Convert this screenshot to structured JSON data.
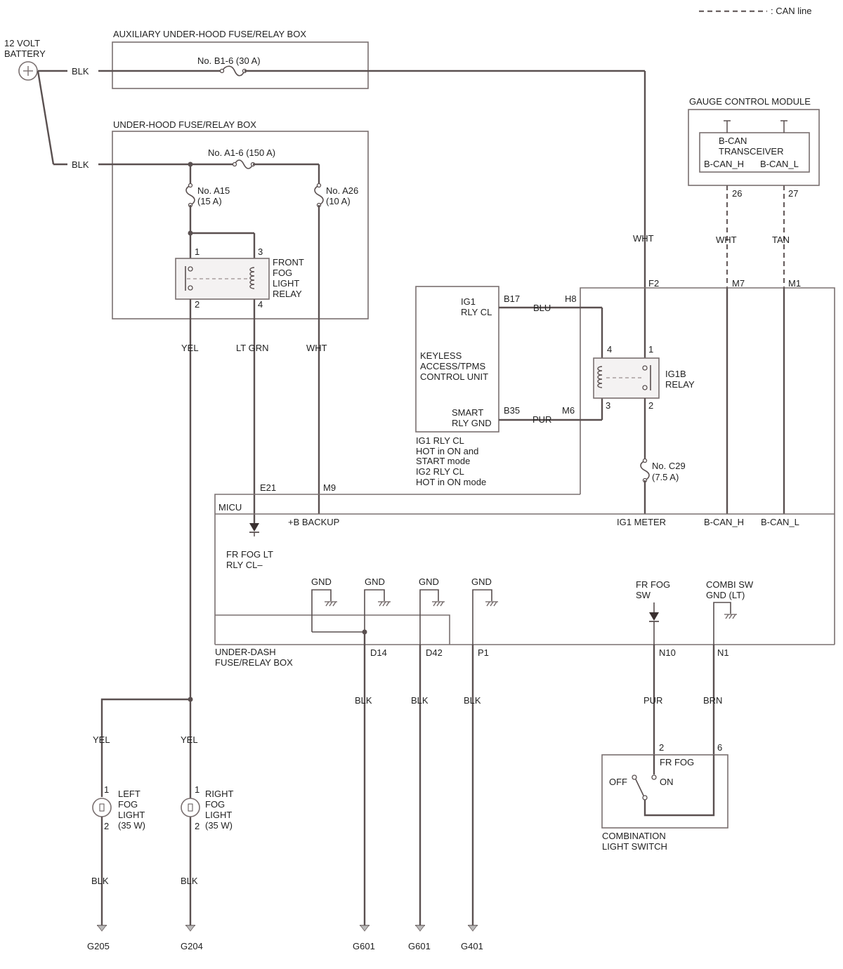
{
  "legend": {
    "can_line": ": CAN line"
  },
  "battery": {
    "label_1": "12 VOLT",
    "label_2": "BATTERY",
    "symbol": "+"
  },
  "aux_box": {
    "title": "AUXILIARY UNDER-HOOD FUSE/RELAY BOX",
    "fuse": "No. B1-6 (30 A)",
    "wire_in": "BLK"
  },
  "uh_box": {
    "title": "UNDER-HOOD FUSE/RELAY BOX",
    "wire_in": "BLK",
    "main_fuse": "No. A1-6 (150 A)",
    "fuse_a15_1": "No. A15",
    "fuse_a15_2": "(15 A)",
    "fuse_a26_1": "No. A26",
    "fuse_a26_2": "(10 A)",
    "relay_1": "FRONT",
    "relay_2": "FOG",
    "relay_3": "LIGHT",
    "relay_4": "RELAY",
    "pin_1": "1",
    "pin_2": "2",
    "pin_3": "3",
    "pin_4": "4"
  },
  "gauge": {
    "title": "GAUGE CONTROL MODULE",
    "transceiver_1": "B-CAN",
    "transceiver_2": "TRANSCEIVER",
    "can_h": "B-CAN_H",
    "can_l": "B-CAN_L",
    "pin_h": "26",
    "pin_l": "27",
    "wire_h": "WHT",
    "wire_l": "TAN"
  },
  "keyless": {
    "name_1": "KEYLESS",
    "name_2": "ACCESS/TPMS",
    "name_3": "CONTROL UNIT",
    "ig1_1": "IG1",
    "ig1_2": "RLY CL",
    "smart_1": "SMART",
    "smart_2": "RLY GND",
    "pin_b17": "B17",
    "pin_b35": "B35",
    "note_1": "IG1 RLY CL",
    "note_2": "HOT in ON and",
    "note_3": "START mode",
    "note_4": "IG2 RLY CL",
    "note_5": "HOT in ON mode"
  },
  "ig1b": {
    "label_1": "IG1B",
    "label_2": "RELAY",
    "pin_1": "1",
    "pin_2": "2",
    "pin_3": "3",
    "pin_4": "4",
    "fuse_1": "No. C29",
    "fuse_2": "(7.5 A)"
  },
  "wires": {
    "blu": "BLU",
    "pur_mid": "PUR",
    "wht_right": "WHT",
    "yel": "YEL",
    "lt_grn": "LT GRN",
    "wht_mid": "WHT",
    "yel_left": "YEL",
    "yel_right": "YEL",
    "blk_left": "BLK",
    "blk_right": "BLK",
    "blk_d14": "BLK",
    "blk_d42": "BLK",
    "blk_p1": "BLK",
    "pur_sw": "PUR",
    "brn_sw": "BRN"
  },
  "connectors": {
    "h8": "H8",
    "m6": "M6",
    "f2": "F2",
    "m7": "M7",
    "m1": "M1",
    "e21": "E21",
    "m9": "M9",
    "d14": "D14",
    "d42": "D42",
    "p1": "P1",
    "n10": "N10",
    "n1": "N1"
  },
  "micu": {
    "title": "MICU",
    "backup": "+B BACKUP",
    "ig1_meter": "IG1 METER",
    "can_h": "B-CAN_H",
    "can_l": "B-CAN_L",
    "fog_cl_1": "FR FOG LT",
    "fog_cl_2": "RLY CL–",
    "gnd": "GND",
    "fr_fog_sw_1": "FR FOG",
    "fr_fog_sw_2": "SW",
    "combi_1": "COMBI SW",
    "combi_2": "GND (LT)",
    "udash_1": "UNDER-DASH",
    "udash_2": "FUSE/RELAY BOX"
  },
  "left_fog": {
    "l1": "LEFT",
    "l2": "FOG",
    "l3": "LIGHT",
    "l4": "(35 W)",
    "pin1": "1",
    "pin2": "2"
  },
  "right_fog": {
    "l1": "RIGHT",
    "l2": "FOG",
    "l3": "LIGHT",
    "l4": "(35 W)",
    "pin1": "1",
    "pin2": "2"
  },
  "combo_switch": {
    "name_1": "COMBINATION",
    "name_2": "LIGHT SWITCH",
    "fr_fog": "FR FOG",
    "off": "OFF",
    "on": "ON",
    "pin_2": "2",
    "pin_6": "6"
  },
  "grounds": {
    "g205": "G205",
    "g204": "G204",
    "g601a": "G601",
    "g601b": "G601",
    "g401": "G401"
  }
}
